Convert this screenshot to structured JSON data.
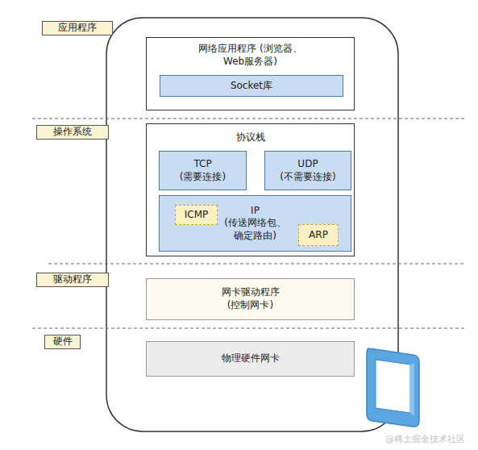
{
  "diagram": {
    "nodes": [
      {
        "text": [
          "应用程序"
        ]
      },
      {
        "text": [
          "网络应用程序 (浏览器、Web服务器)"
        ]
      },
      {
        "text": [
          "Socket库"
        ],
        "in": 1
      },
      {
        "text": [
          "操作系统"
        ]
      },
      {
        "text": [
          "协议栈"
        ]
      },
      {
        "text": [
          "TCP (需要连接)"
        ],
        "in": 4
      },
      {
        "text": [
          "UDP (不需要连接)"
        ],
        "in": 4
      },
      {
        "text": [
          "IP (传送网络包、 确定路由)"
        ],
        "in": 4
      },
      {
        "text": [
          "ICMP"
        ],
        "in": 7
      },
      {
        "text": [
          "ARP"
        ],
        "in": 7
      },
      {
        "text": [
          "驱动程序"
        ]
      },
      {
        "text": [
          "网卡驱动程序 (控制网卡)"
        ]
      },
      {
        "text": [
          "硬件"
        ]
      },
      {
        "text": [
          "物理硬件网卡"
        ]
      }
    ],
    "labels": [
      "@稀土掘金技术社区"
    ]
  }
}
